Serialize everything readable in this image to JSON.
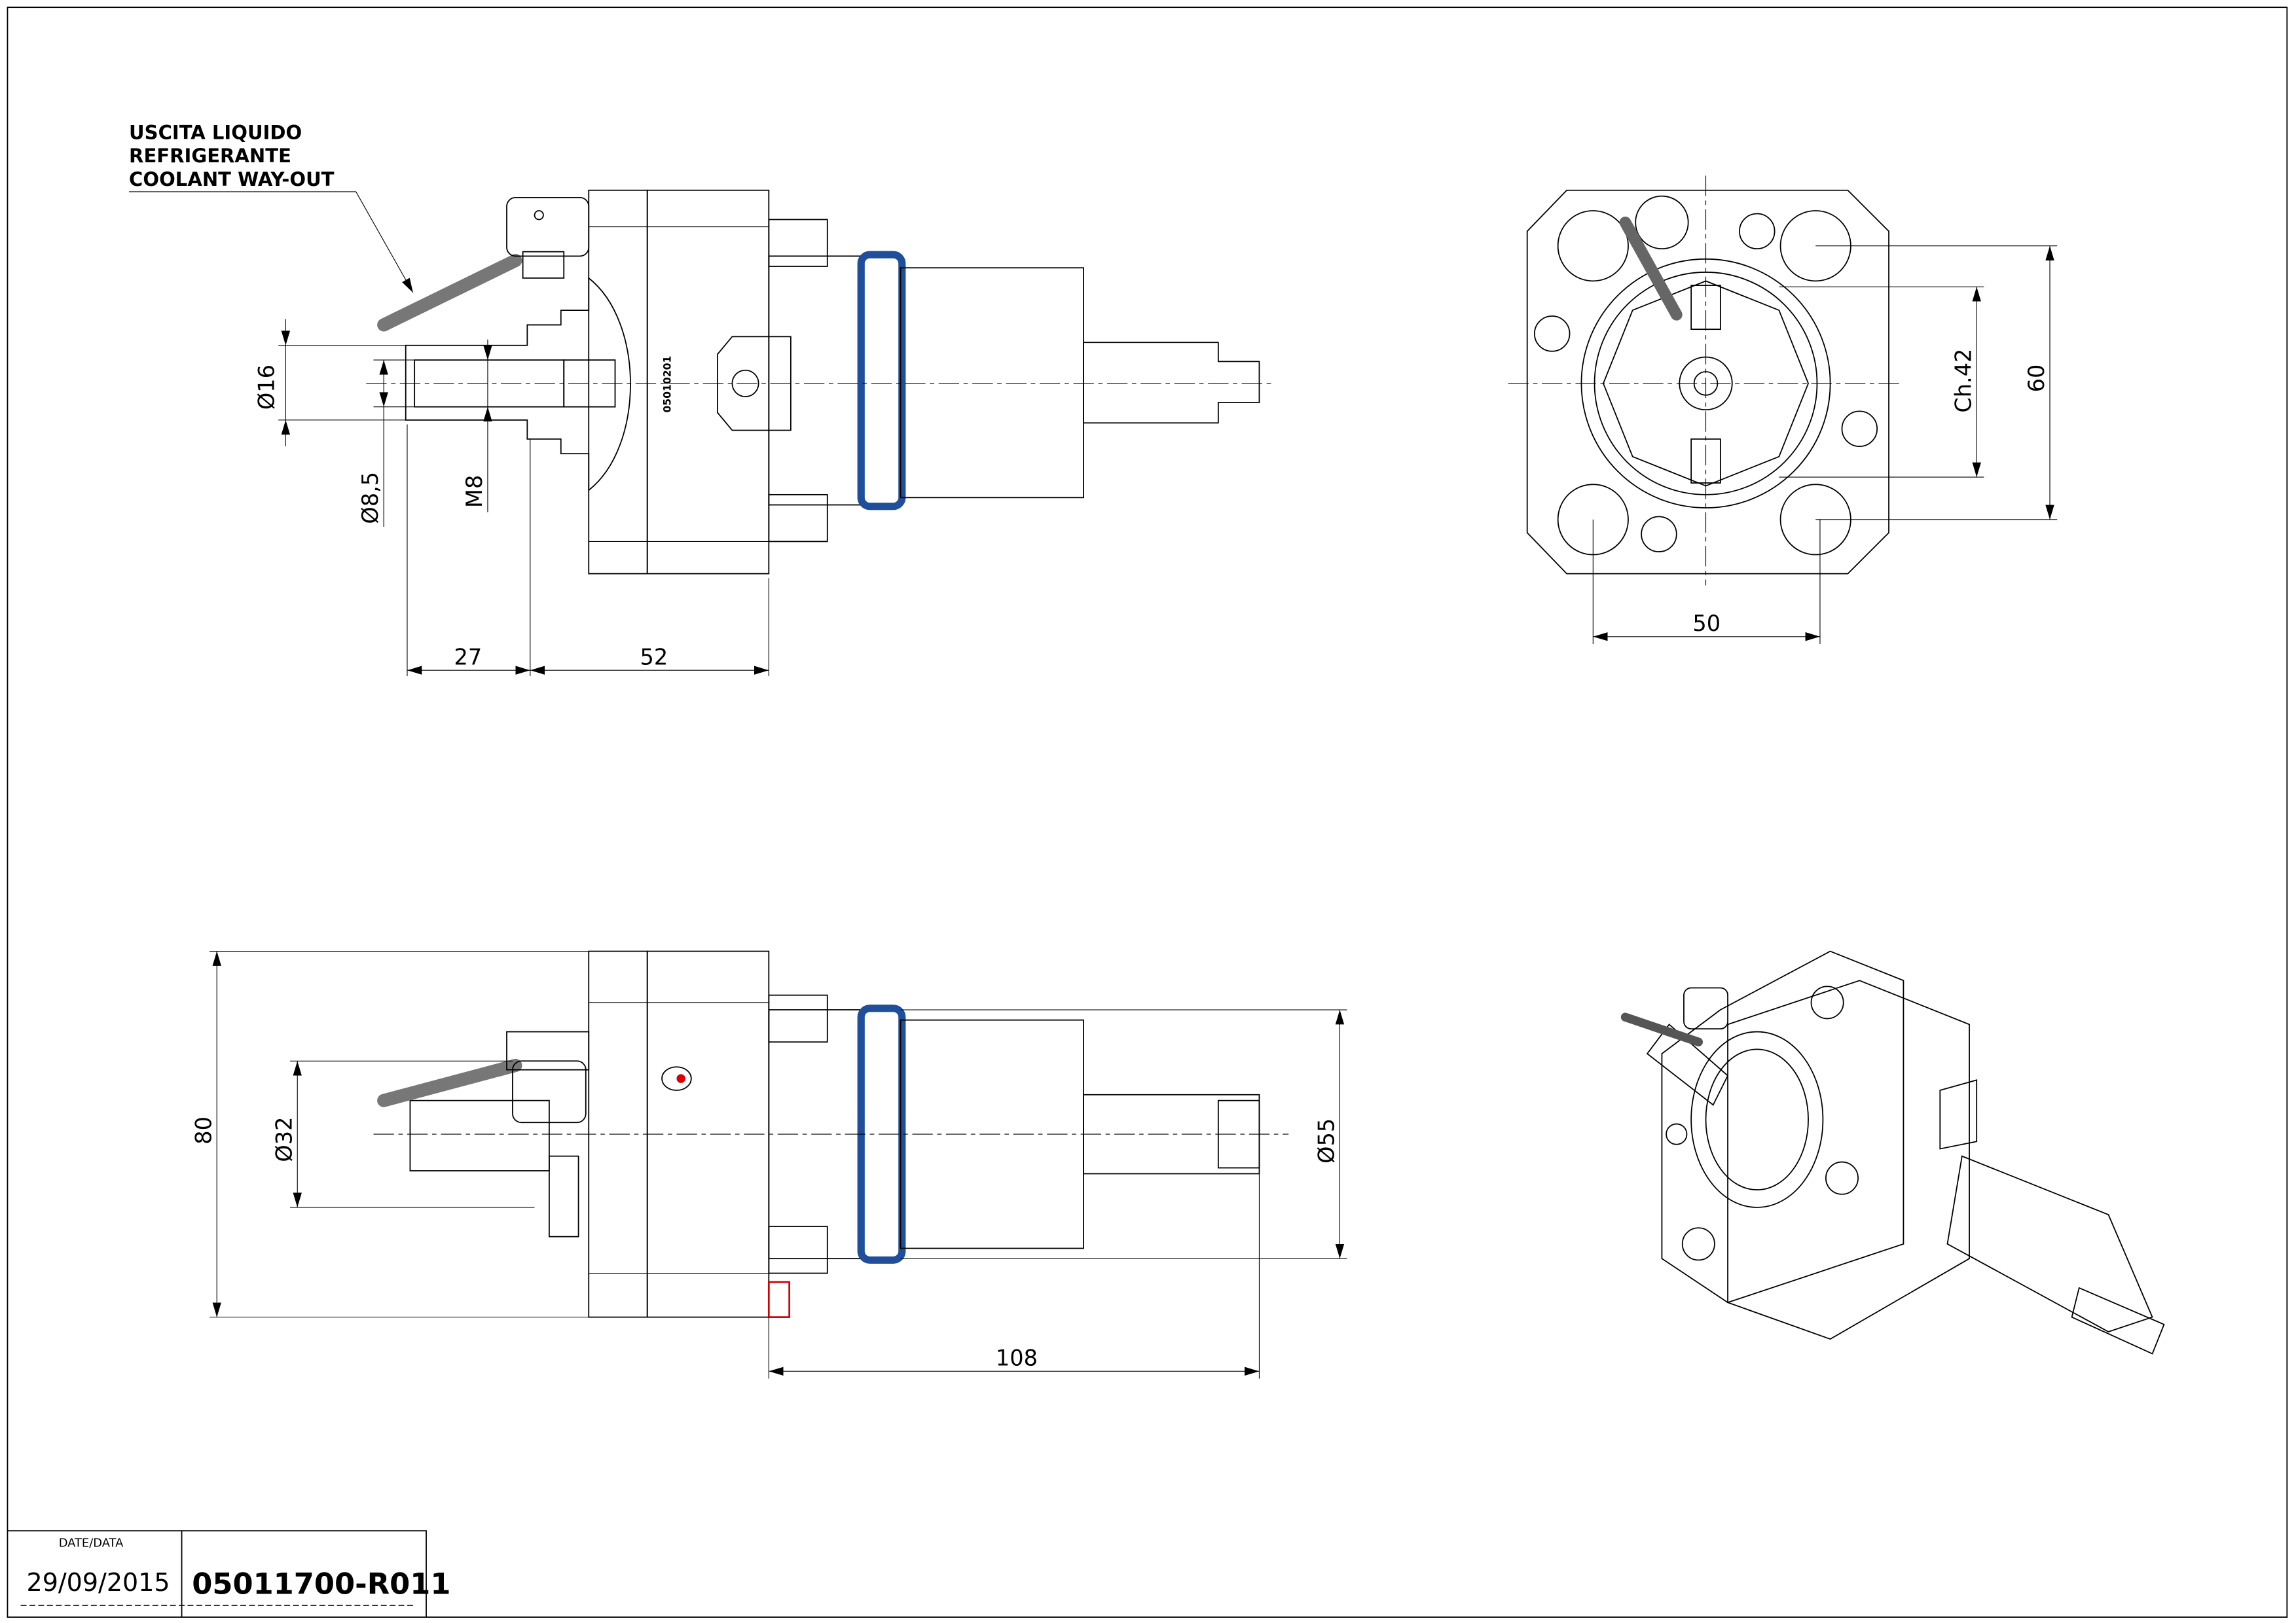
{
  "annotation": {
    "line1": "USCITA LIQUIDO",
    "line2": "REFRIGERANTE",
    "line3": "COOLANT WAY-OUT"
  },
  "part_marking": "05010201",
  "dimensions": {
    "d16": "Ø16",
    "d8_5": "Ø8,5",
    "m8": "M8",
    "l27": "27",
    "l52": "52",
    "ch42": "Ch.42",
    "h60": "60",
    "w50": "50",
    "h80": "80",
    "d32": "Ø32",
    "d55": "Ø55",
    "l108": "108"
  },
  "title_block": {
    "date_label": "DATE/DATA",
    "date": "29/09/2015",
    "code": "05011700-R011"
  },
  "colors": {
    "flange_orange": "#f08a24",
    "body_peach": "#f6c79a",
    "shaft_lavender": "#b9b9ee",
    "ring_blue": "#1f4f9a",
    "key_red": "#e8383d",
    "thread_gray": "#8a8a8a"
  }
}
